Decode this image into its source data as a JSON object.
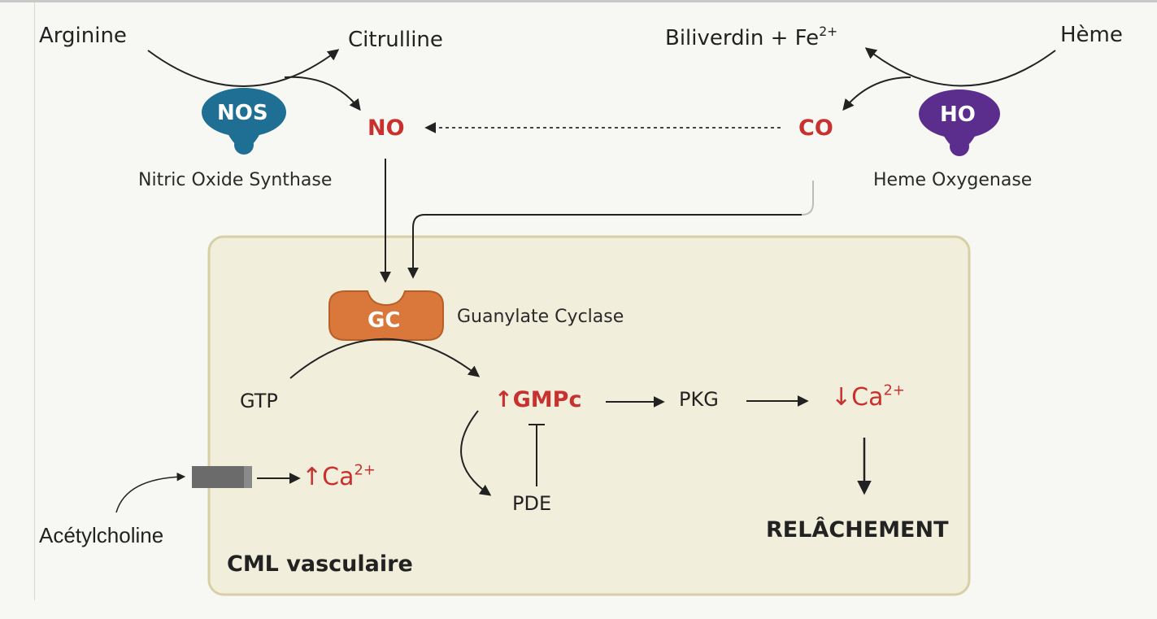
{
  "substrates": {
    "arginine": "Arginine",
    "citrulline": "Citrulline",
    "biliverdin": "Biliverdin + Fe",
    "biliverdin_sup": "2+",
    "heme": "Hème"
  },
  "enzymes": {
    "nos_short": "NOS",
    "nos_full": "Nitric Oxide Synthase",
    "ho_short": "HO",
    "ho_full": "Heme Oxygenase",
    "gc_short": "GC",
    "gc_full": "Guanylate Cyclase"
  },
  "gases": {
    "no": "NO",
    "co": "CO"
  },
  "cell": {
    "title": "CML vasculaire",
    "gtp": "GTP",
    "gmpc_arrow": "↑",
    "gmpc": "GMPc",
    "pkg": "PKG",
    "ca_down_arrow": "↓",
    "ca_down": "Ca",
    "ca_down_sup": "2+",
    "pde": "PDE",
    "ca_up_arrow": "↑",
    "ca_up": "Ca",
    "ca_up_sup": "2+",
    "result": "RELÂCHEMENT"
  },
  "stimulus": "Acétylcholine",
  "colors": {
    "nos": "#1e6f93",
    "ho": "#5b2d8c",
    "gc": "#d9783a",
    "cell_fill": "#f2eedc",
    "cell_border": "#d8cfa6",
    "highlight_red": "#c8312e"
  }
}
